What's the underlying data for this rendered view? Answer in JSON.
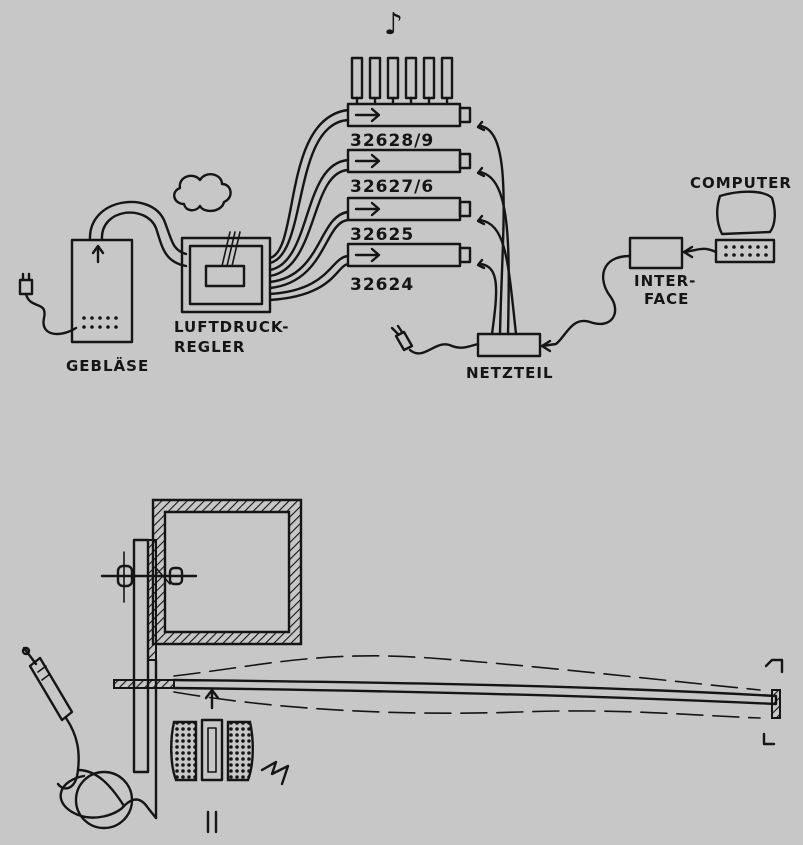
{
  "labels": {
    "blower": "GEBLÄSE",
    "pressure_regulator_line1": "LUFTDRUCK-",
    "pressure_regulator_line2": "REGLER",
    "power_supply": "NETZTEIL",
    "interface_line1": "INTER-",
    "interface_line2": "FACE",
    "computer": "COMPUTER",
    "music_note": "♪"
  },
  "modules": [
    "32628/9",
    "32627/6",
    "32625",
    "32624"
  ],
  "colors": {
    "background": "#c7c7c7",
    "ink": "#151515"
  },
  "icons": [
    "plug-icon",
    "cloud-icon",
    "lightning-icon",
    "audio-jack-icon",
    "music-note-icon"
  ]
}
